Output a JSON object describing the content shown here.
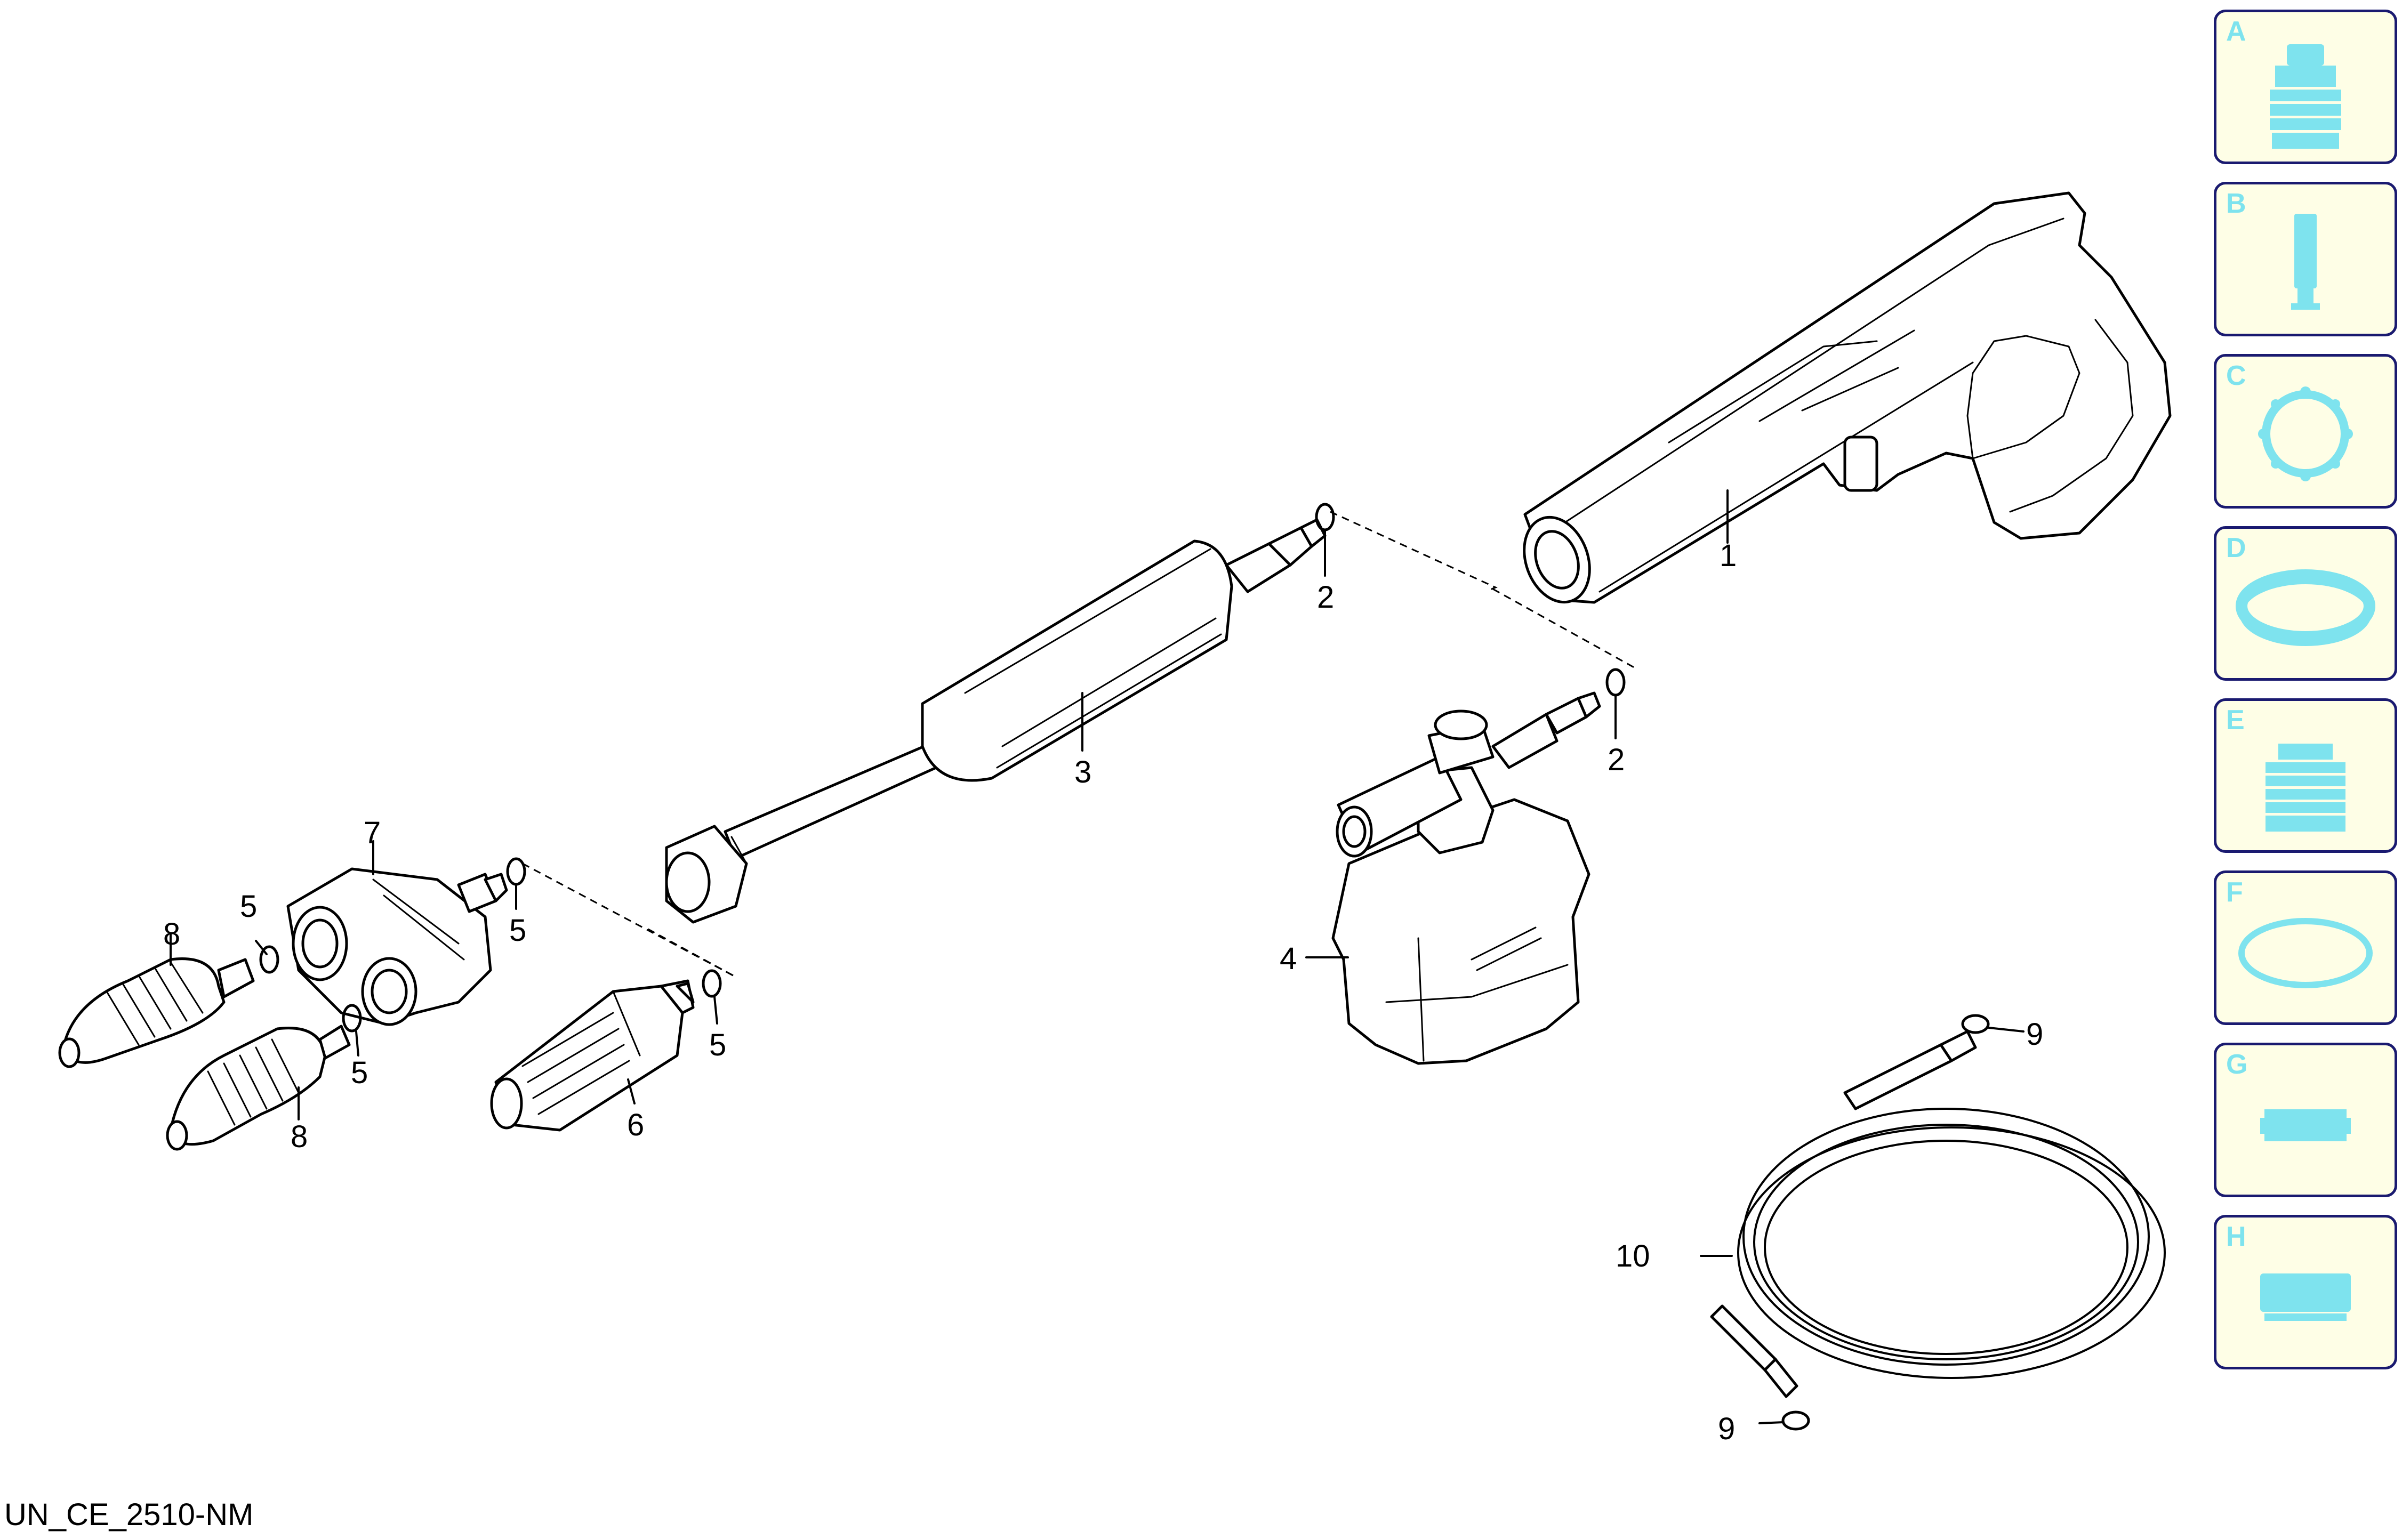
{
  "document_code": "UN_CE_2510-NM",
  "callouts": {
    "c1": "1",
    "c2a": "2",
    "c2b": "2",
    "c3": "3",
    "c4": "4",
    "c5a": "5",
    "c5b": "5",
    "c5c": "5",
    "c5d": "5",
    "c6": "6",
    "c7": "7",
    "c8a": "8",
    "c8b": "8",
    "c9a": "9",
    "c9b": "9",
    "c10": "10"
  },
  "legend": [
    {
      "letter": "A",
      "icon": "quick-coupling-icon"
    },
    {
      "letter": "B",
      "icon": "pin-icon"
    },
    {
      "letter": "C",
      "icon": "circlip-icon"
    },
    {
      "letter": "D",
      "icon": "seal-ring-icon"
    },
    {
      "letter": "E",
      "icon": "threaded-connector-icon"
    },
    {
      "letter": "F",
      "icon": "o-ring-icon"
    },
    {
      "letter": "G",
      "icon": "flat-gasket-icon"
    },
    {
      "letter": "H",
      "icon": "cap-icon"
    }
  ],
  "colors": {
    "legend_fill": "#fefee6",
    "legend_border": "#1a1a70",
    "legend_icon": "#7ee3ee"
  }
}
